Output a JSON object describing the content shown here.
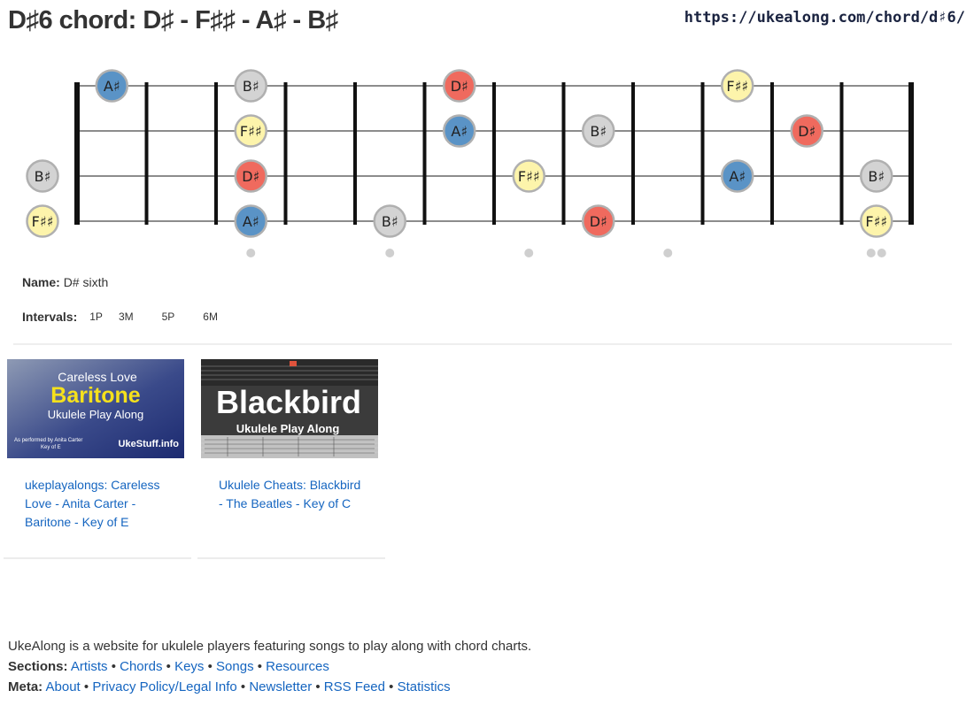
{
  "page": {
    "title": "D♯6 chord: D♯ - F♯♯ - A♯ - B♯",
    "url": "https://ukealong.com/chord/d♯6/"
  },
  "fretboard": {
    "strings": 4,
    "frets": 12,
    "markers": [
      3,
      5,
      7,
      9,
      12
    ],
    "colors": {
      "D♯": "#ef6a5e",
      "F♯♯": "#fdf4ab",
      "A♯": "#5a93c6",
      "B♯": "#d3d3d3"
    },
    "notes": [
      {
        "string": 1,
        "fret": 1,
        "label": "A♯"
      },
      {
        "string": 1,
        "fret": 3,
        "label": "B♯"
      },
      {
        "string": 1,
        "fret": 6,
        "label": "D♯"
      },
      {
        "string": 1,
        "fret": 10,
        "label": "F♯♯"
      },
      {
        "string": 2,
        "fret": 3,
        "label": "F♯♯"
      },
      {
        "string": 2,
        "fret": 6,
        "label": "A♯"
      },
      {
        "string": 2,
        "fret": 8,
        "label": "B♯"
      },
      {
        "string": 2,
        "fret": 11,
        "label": "D♯"
      },
      {
        "string": 3,
        "fret": 0,
        "label": "B♯"
      },
      {
        "string": 3,
        "fret": 3,
        "label": "D♯"
      },
      {
        "string": 3,
        "fret": 7,
        "label": "F♯♯"
      },
      {
        "string": 3,
        "fret": 10,
        "label": "A♯"
      },
      {
        "string": 3,
        "fret": 12,
        "label": "B♯"
      },
      {
        "string": 4,
        "fret": 0,
        "label": "F♯♯"
      },
      {
        "string": 4,
        "fret": 3,
        "label": "A♯"
      },
      {
        "string": 4,
        "fret": 5,
        "label": "B♯"
      },
      {
        "string": 4,
        "fret": 8,
        "label": "D♯"
      },
      {
        "string": 4,
        "fret": 12,
        "label": "F♯♯"
      }
    ]
  },
  "info": {
    "name_label": "Name:",
    "name_value": "D# sixth",
    "intervals_label": "Intervals:",
    "intervals": [
      "1P",
      "3M",
      "5P",
      "6M"
    ]
  },
  "videos": [
    {
      "link": "ukeplayalongs: Careless Love - Anita Carter - Baritone - Key of E",
      "thumb": {
        "line1": "Careless Love",
        "line2": "Baritone",
        "line3": "Ukulele Play Along",
        "line4": "As performed by Anita Carter",
        "line5": "Key of E",
        "brand": "UkeStuff.info"
      }
    },
    {
      "link": "Ukulele Cheats: Blackbird - The Beatles - Key of C",
      "thumb": {
        "line1": "Blackbird",
        "line2": "Ukulele Play Along"
      }
    }
  ],
  "footer": {
    "description": "UkeAlong is a website for ukulele players featuring songs to play along with chord charts.",
    "sections_label": "Sections:",
    "sections": [
      "Artists",
      "Chords",
      "Keys",
      "Songs",
      "Resources"
    ],
    "meta_label": "Meta:",
    "meta": [
      "About",
      "Privacy Policy/Legal Info",
      "Newsletter",
      "RSS Feed",
      "Statistics"
    ]
  }
}
